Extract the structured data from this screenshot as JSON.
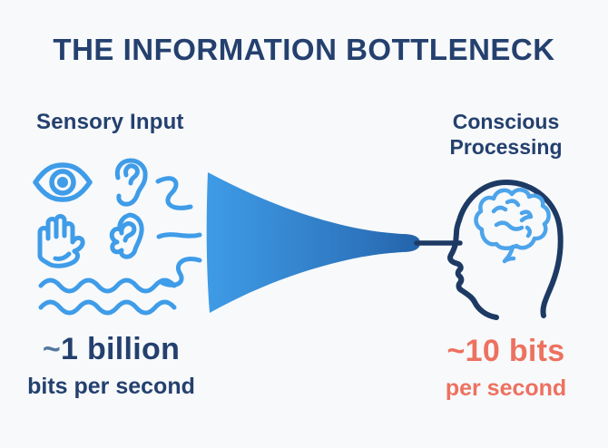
{
  "title": "THE INFORMATION BOTTLENECK",
  "left": {
    "label": "Sensory Input",
    "stat_tilde": "~",
    "stat_value": "1 billion",
    "stat_unit": "bits per second",
    "icons": [
      "eye-icon",
      "ear-icon",
      "hand-icon",
      "nose-icon",
      "squiggle-flow-icons",
      "sensory-wave-icons"
    ]
  },
  "right": {
    "label_line1": "Conscious",
    "label_line2": "Processing",
    "stat_value": "~10 bits",
    "stat_unit": "per second",
    "icons": [
      "head-profile-icon",
      "brain-icon"
    ]
  },
  "center": {
    "icons": [
      "funnel-icon",
      "connector-line"
    ]
  },
  "colors": {
    "background": "#f7f9fb",
    "navy_text": "#24406e",
    "navy_outline": "#1d3a64",
    "icon_blue": "#3f9ce8",
    "brain_blue": "#4da4ea",
    "funnel_gradient_start": "#3f9be6",
    "funnel_gradient_end": "#2363a9",
    "coral": "#ed7160",
    "tilde_muted": "#54779f"
  }
}
